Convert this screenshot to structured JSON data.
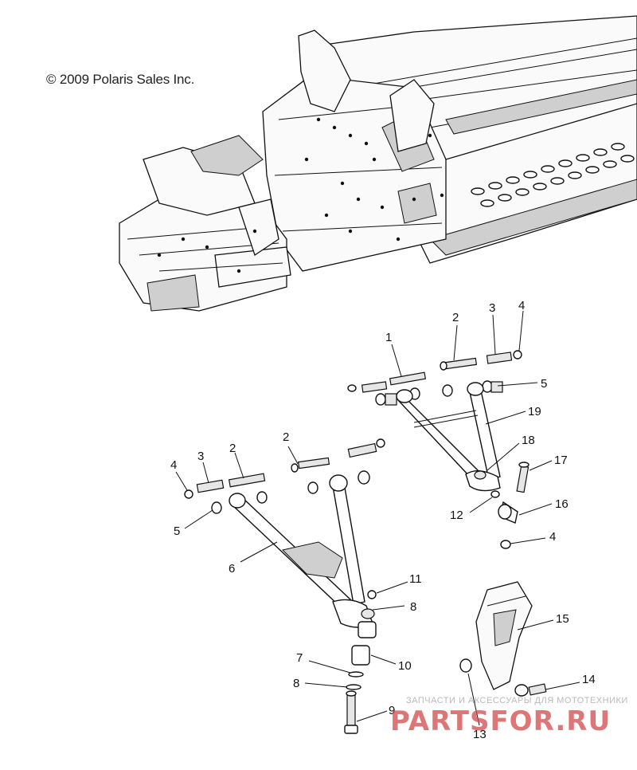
{
  "copyright": "© 2009 Polaris Sales Inc.",
  "callouts": [
    {
      "id": "c1",
      "label": "1"
    },
    {
      "id": "c2a",
      "label": "2"
    },
    {
      "id": "c3a",
      "label": "3"
    },
    {
      "id": "c4a",
      "label": "4"
    },
    {
      "id": "c5a",
      "label": "5"
    },
    {
      "id": "c19",
      "label": "19"
    },
    {
      "id": "c18",
      "label": "18"
    },
    {
      "id": "c17",
      "label": "17"
    },
    {
      "id": "c12",
      "label": "12"
    },
    {
      "id": "c16",
      "label": "16"
    },
    {
      "id": "c4c",
      "label": "4"
    },
    {
      "id": "c2b",
      "label": "2"
    },
    {
      "id": "c4b",
      "label": "4"
    },
    {
      "id": "c3b",
      "label": "3"
    },
    {
      "id": "c2c",
      "label": "2"
    },
    {
      "id": "c5b",
      "label": "5"
    },
    {
      "id": "c6",
      "label": "6"
    },
    {
      "id": "c11",
      "label": "11"
    },
    {
      "id": "c8a",
      "label": "8"
    },
    {
      "id": "c15",
      "label": "15"
    },
    {
      "id": "c7",
      "label": "7"
    },
    {
      "id": "c10",
      "label": "10"
    },
    {
      "id": "c8b",
      "label": "8"
    },
    {
      "id": "c14",
      "label": "14"
    },
    {
      "id": "c9",
      "label": "9"
    },
    {
      "id": "c13",
      "label": "13"
    }
  ],
  "watermark": {
    "tagline": "ЗАПЧАСТИ И АКСЕССУАРЫ ДЛЯ МОТОТЕХНИКИ",
    "brand": "PARTSFOR.RU",
    "color": "#d24a4a"
  }
}
